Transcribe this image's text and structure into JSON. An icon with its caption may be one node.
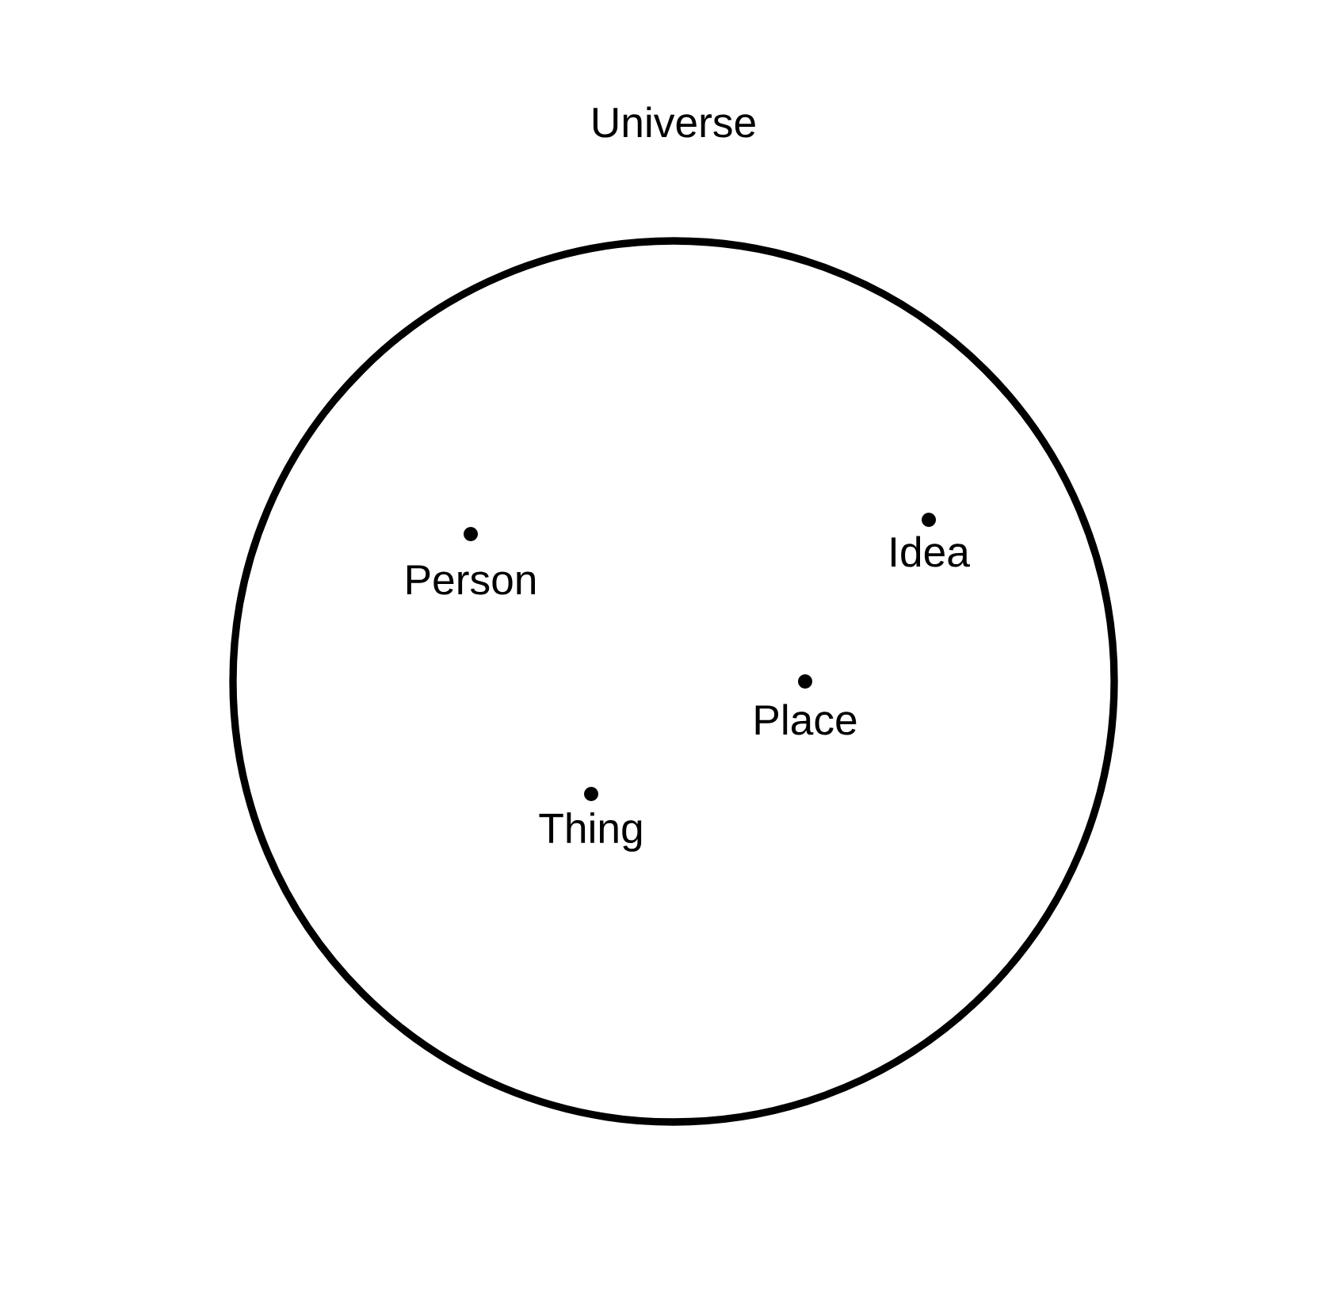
{
  "diagram": {
    "nodes": [
      {
        "text": [
          "Universe"
        ]
      },
      {
        "text": [
          "Person"
        ],
        "in": 0
      },
      {
        "text": [
          "Idea"
        ],
        "in": 0
      },
      {
        "text": [
          "Place"
        ],
        "in": 0
      },
      {
        "text": [
          "Thing"
        ],
        "in": 0
      }
    ]
  }
}
